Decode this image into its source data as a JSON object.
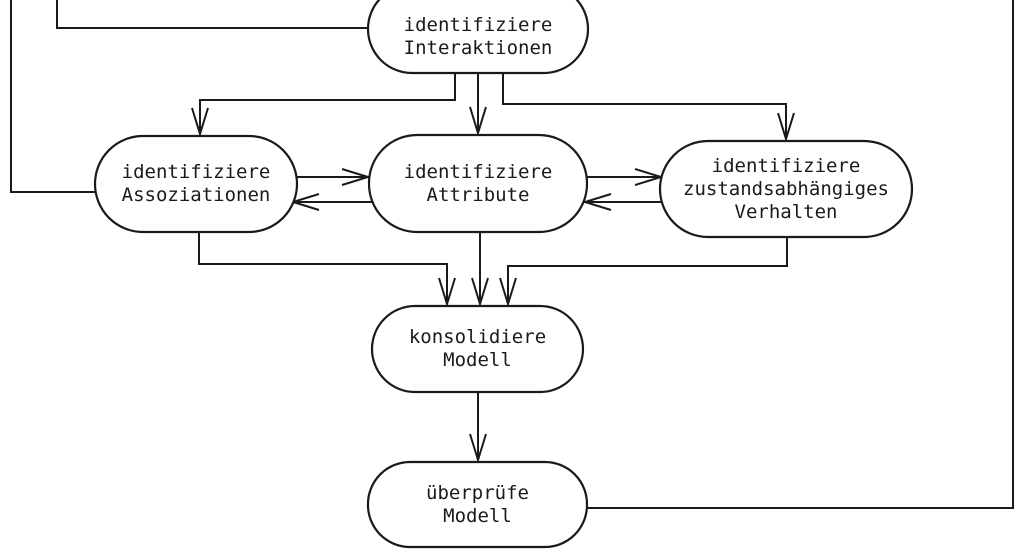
{
  "diagram": {
    "colors": {
      "background": "#ffffff",
      "line": "#1a1a1a",
      "node_fill": "#ffffff",
      "text": "#1a1a1a"
    },
    "nodes": [
      {
        "id": "identifiziere-interaktionen",
        "label": "identifiziere\nInteraktionen"
      },
      {
        "id": "identifiziere-assoziationen",
        "label": "identifiziere\nAssoziationen"
      },
      {
        "id": "identifiziere-attribute",
        "label": "identifiziere\nAttribute"
      },
      {
        "id": "identifiziere-zustandsabhaengiges-verhalten",
        "label": "identifiziere\nzustandsabhängiges\nVerhalten"
      },
      {
        "id": "konsolidiere-modell",
        "label": "konsolidiere\nModell"
      },
      {
        "id": "ueberpruefe-modell",
        "label": "überprüfe\nModell"
      }
    ],
    "edges": [
      {
        "from": "offscreen-top",
        "to": "identifiziere-assoziationen",
        "arrow": false
      },
      {
        "from": "offscreen-top",
        "to": "identifiziere-interaktionen",
        "arrow": false
      },
      {
        "from": "identifiziere-interaktionen",
        "to": "identifiziere-assoziationen",
        "arrow": true
      },
      {
        "from": "identifiziere-interaktionen",
        "to": "identifiziere-attribute",
        "arrow": true
      },
      {
        "from": "identifiziere-interaktionen",
        "to": "identifiziere-zustandsabhaengiges-verhalten",
        "arrow": true
      },
      {
        "from": "identifiziere-assoziationen",
        "to": "identifiziere-attribute",
        "arrow": true
      },
      {
        "from": "identifiziere-attribute",
        "to": "identifiziere-assoziationen",
        "arrow": true
      },
      {
        "from": "identifiziere-attribute",
        "to": "identifiziere-zustandsabhaengiges-verhalten",
        "arrow": true
      },
      {
        "from": "identifiziere-zustandsabhaengiges-verhalten",
        "to": "identifiziere-attribute",
        "arrow": true
      },
      {
        "from": "identifiziere-assoziationen",
        "to": "konsolidiere-modell",
        "arrow": true
      },
      {
        "from": "identifiziere-attribute",
        "to": "konsolidiere-modell",
        "arrow": true
      },
      {
        "from": "identifiziere-zustandsabhaengiges-verhalten",
        "to": "konsolidiere-modell",
        "arrow": true
      },
      {
        "from": "konsolidiere-modell",
        "to": "ueberpruefe-modell",
        "arrow": true
      },
      {
        "from": "ueberpruefe-modell",
        "to": "offscreen-top",
        "arrow": false
      }
    ]
  }
}
